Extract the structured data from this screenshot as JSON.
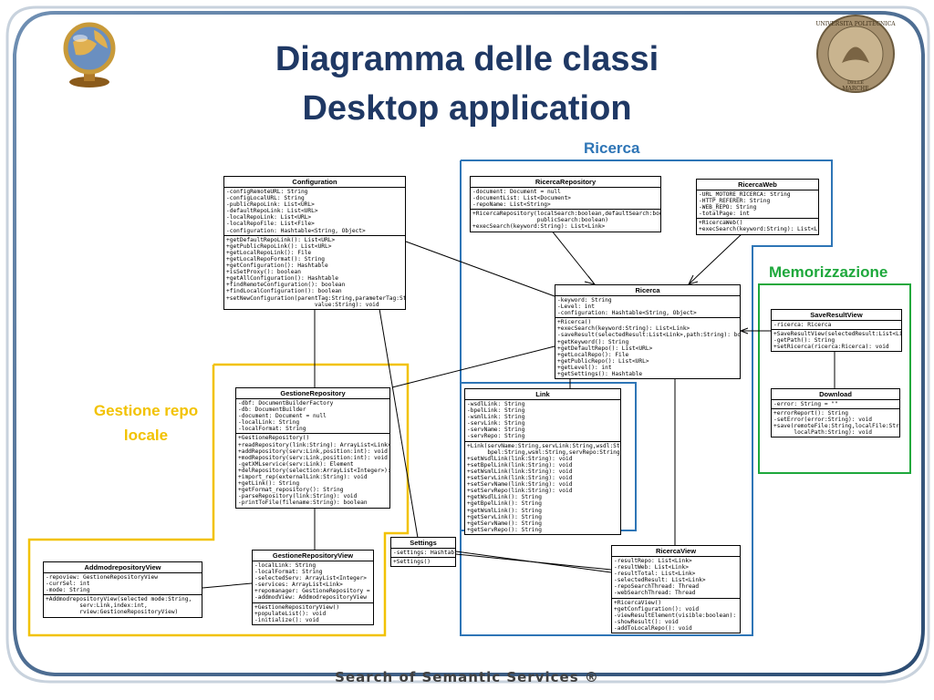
{
  "title": {
    "line1": "Diagramma delle classi",
    "line2": "Desktop application"
  },
  "footer": "Search of Semantic Services ®",
  "logo_right_text": {
    "top": "UNIVERSITA POLITECNICA",
    "bottom": "DELLE",
    "bottom2": "MARCHE"
  },
  "colors": {
    "title": "#1f3864",
    "ricerca": "#2e75b6",
    "memorizzazione": "#1ea83c",
    "gestione": "#f2c200"
  },
  "groups": {
    "ricerca": "Ricerca",
    "memorizzazione": "Memorizzazione",
    "gestione_line1": "Gestione repo",
    "gestione_line2": "locale"
  },
  "classes": {
    "configuration": {
      "name": "Configuration",
      "attributes": [
        "-configRemoteURL: String",
        "-configLocalURL: String",
        "-publicRepoLink: List<URL>",
        "-defaultRepoLink: List<URL>",
        "-localRepoLink: List<URL>",
        "-localRepoFile: List<File>",
        "-configuration: Hashtable<String, Object>"
      ],
      "methods": [
        "+getDefaultRepoLink(): List<URL>",
        "+getPublicRepoLink(): List<URL>",
        "+getLocalRepoLink(): File",
        "+getLocalRepoFormat(): String",
        "+getConfiguration(): Hashtable",
        "+isSetProxy(): boolean",
        "+getAllConfiguration(): Hashtable",
        "+findRemoteConfiguration(): boolean",
        "+findLocalConfiguration(): boolean",
        "+setNewConfiguration(parentTag:String,parameterTag:String,",
        "                          value:String): void"
      ]
    },
    "ricerca_repository": {
      "name": "RicercaRepository",
      "attributes": [
        "-document: Document = null",
        "-documentList: List<Document>",
        "-repoName: List<String>"
      ],
      "methods": [
        "+RicercaRepository(localSearch:boolean,defaultSearch:boolean,",
        "                   publicSearch:boolean)",
        "+execSearch(keyword:String): List<Link>"
      ]
    },
    "ricerca_web": {
      "name": "RicercaWeb",
      "attributes": [
        "-URL_MOTORE_RICERCA: String",
        "-HTTP_REFERER: String",
        "-WEB_REPO: String",
        "-totalPage: int"
      ],
      "methods": [
        "+RicercaWeb()",
        "+execSearch(keyword:String): List<Link>"
      ]
    },
    "ricerca": {
      "name": "Ricerca",
      "attributes": [
        "-keyword: String",
        "-Level: int",
        "-configuration: Hashtable<String, Object>"
      ],
      "methods": [
        "+Ricerca()",
        "+execSearch(keyword:String): List<Link>",
        "-saveResult(selectedResult:List<Link>,path:String): boolean",
        "+getKeyword(): String",
        "+getDefaultRepo(): List<URL>",
        "+getLocalRepo(): File",
        "+getPublicRepo(): List<URL>",
        "+getLevel(): int",
        "+getSettings(): Hashtable"
      ]
    },
    "save_result_view": {
      "name": "SaveResultView",
      "attributes": [
        "-ricerca: Ricerca"
      ],
      "methods": [
        "+SaveResultView(selectedResult:List<Link>)",
        "-getPath(): String",
        "+setRicerca(ricerca:Ricerca): void"
      ]
    },
    "download": {
      "name": "Download",
      "attributes": [
        "-error: String = \"\""
      ],
      "methods": [
        "+errorReport(): String",
        "-setError(error:String): void",
        "+save(remoteFile:String,localFile:String,",
        "      localPath:String): void"
      ]
    },
    "gestione_repository": {
      "name": "GestioneRepository",
      "attributes": [
        "-dbf: DocumentBuilderFactory",
        "-db: DocumentBuilder",
        "-document: Document = null",
        "-localLink: String",
        "-localFormat: String"
      ],
      "methods": [
        "+GestioneRepository()",
        "+readRepository(link:String): ArrayList<Link>",
        "+addRepository(serv:Link,position:int): void",
        "+modRepository(serv:Link,position:int): void",
        "-getXMLservice(serv:Link): Element",
        "+delRepository(selection:ArrayList<Integer>): void",
        "+import_rep(externalLink:String): void",
        "+getLink(): String",
        "+getFormat_repository(): String",
        "-parseRepository(link:String): void",
        "-printToFile(filename:String): boolean"
      ]
    },
    "link": {
      "name": "Link",
      "attributes": [
        "-wsdlLink: String",
        "-bpelLink: String",
        "-wsmlLink: String",
        "-servLink: String",
        "-servName: String",
        "-servRepo: String"
      ],
      "methods": [
        "+Link(servName:String,servLink:String,wsdl:String,",
        "      bpel:String,wsml:String,servRepo:String)",
        "+setWsdlLink(link:String): void",
        "+setBpelLink(link:String): void",
        "+setWsmlLink(link:String): void",
        "+setServLink(link:String): void",
        "+setServName(link:String): void",
        "+setServRepo(link:String): void",
        "+getWsdlLink(): String",
        "+getBpelLink(): String",
        "+getWsmlLink(): String",
        "+getServLink(): String",
        "+getServName(): String",
        "+getServRepo(): String"
      ]
    },
    "settings": {
      "name": "Settings",
      "attributes": [
        "-settings: Hashtable"
      ],
      "methods": [
        "+Settings()"
      ]
    },
    "addmod_repository_view": {
      "name": "AddmodrepositoryView",
      "attributes": [
        "-repoview: GestioneRepositoryView",
        "-currSel: int",
        "-mode: String"
      ],
      "methods": [
        "+AddmodrepositoryView(selected mode:String,",
        "          serv:Link,index:int,",
        "          rview:GestioneRepositoryView)"
      ]
    },
    "gestione_repository_view": {
      "name": "GestioneRepositoryView",
      "attributes": [
        "-localLink: String",
        "-localFormat: String",
        "-selectedServ: ArrayList<Integer>",
        "-services: ArrayList<Link>",
        "+repomanager: GestioneRepository = null",
        "-addmodView: AddmodrepositoryView"
      ],
      "methods": [
        "+GestioneRepositoryView()",
        "+populateList(): void",
        "-initialize(): void"
      ]
    },
    "ricerca_view": {
      "name": "RicercaView",
      "attributes": [
        "-resultRepo: List<Link>",
        "-resultWeb: List<Link>",
        "-resultTotal: List<Link>",
        "-selectedResult: List<Link>",
        "-repoSearchThread: Thread",
        "-webSearchThread: Thread"
      ],
      "methods": [
        "+RicercaView()",
        "+getConfiguration(): void",
        "-viewResultElement(visible:boolean): void",
        "-showResult(): void",
        "-addToLocalRepo(): void"
      ]
    }
  }
}
